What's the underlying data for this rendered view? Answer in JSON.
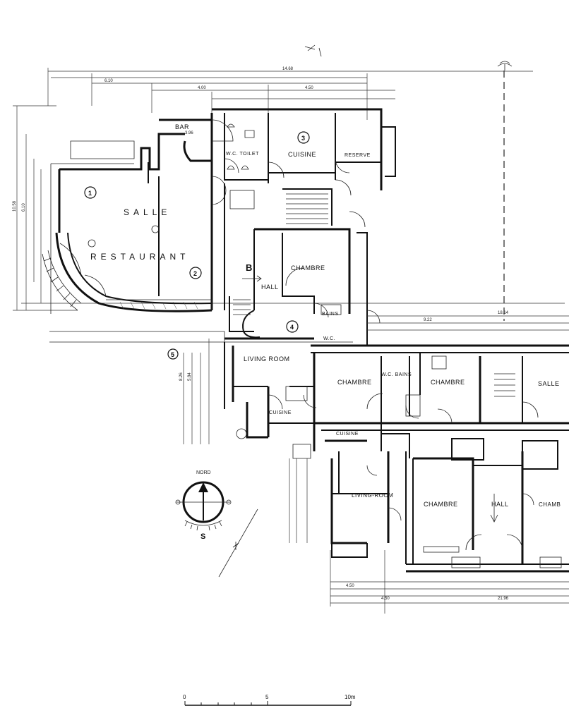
{
  "labels": {
    "bar": "BAR",
    "wc_toilet": "W.C. TOILET",
    "cuisine_top": "CUISINE",
    "reserve": "RESERVE",
    "salle": "SALLE",
    "restaurant": "RESTAURANT",
    "chambre_center": "CHAMBRE",
    "hall": "HALL",
    "bains": "BAINS",
    "wc": "W.C.",
    "living_room": "LIVING ROOM",
    "chambre_east1": "CHAMBRE",
    "wc_bains": "W.C. BAINS",
    "chambre_east2": "CHAMBRE",
    "salle_east": "SALLE",
    "cuisine_west": "CUISINE",
    "cuisine_south": "CUISINE",
    "living_room_south": "LIVING-ROOM",
    "chambre_south": "CHAMBRE",
    "hall_south": "HALL",
    "chambre_cut": "CHAMB"
  },
  "markers": {
    "m1": "1",
    "m2": "2",
    "m3": "3",
    "m4": "4",
    "m5": "5",
    "b_arrow": "B"
  },
  "dimensions": {
    "overall_top": "14.68",
    "bar_width": "3.96",
    "right_top": "18.14",
    "bottom_total": "21.96"
  },
  "compass": {
    "north": "NORD",
    "south": "S"
  },
  "scale_bar": {
    "zero": "0",
    "mid": "5",
    "end": "10m"
  }
}
